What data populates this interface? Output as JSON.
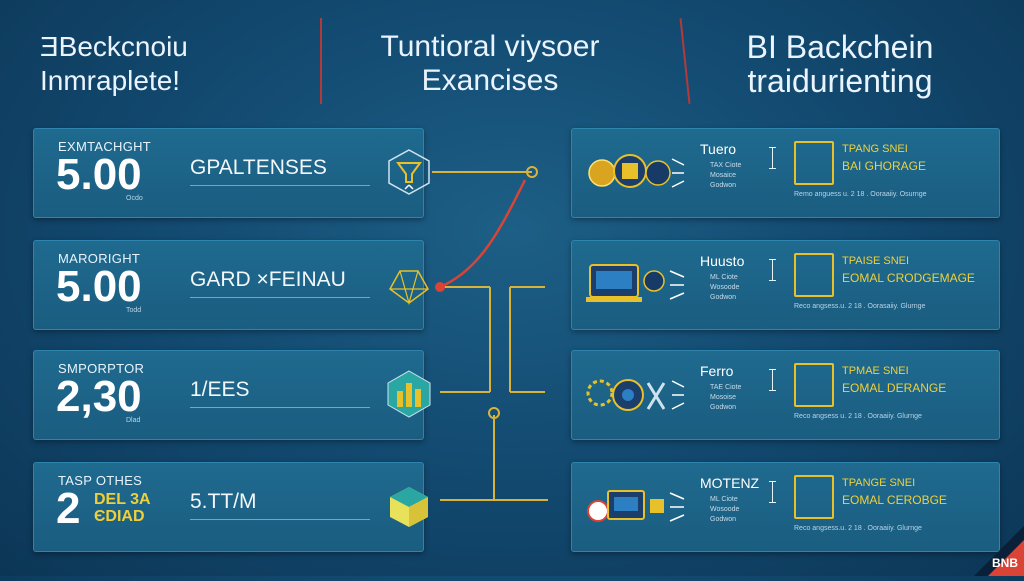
{
  "header": {
    "left_line1": "ƎBeckcnoiu",
    "left_line2": "Inmraplete!",
    "mid_line1": "Tuntioral viysoer",
    "mid_line2": "Exancises",
    "right_line1": "BI Backchein",
    "right_line2": "traidurienting"
  },
  "left_cards": [
    {
      "label": "EXMTACHGHT",
      "value": "5.00",
      "sub": "Ocdo",
      "text": "GPALTENSES",
      "icon": "funnel-hexagon-icon"
    },
    {
      "label": "MARORIGHT",
      "value": "5.00",
      "sub": "Todd",
      "text": "GARD ×FEINAU",
      "icon": "network-icon"
    },
    {
      "label": "SMPORPTOR",
      "value": "2,30",
      "sub": "Dlad",
      "text": "1/EES",
      "icon": "city-hexagon-icon"
    },
    {
      "label": "TASP OTHES",
      "value": "2",
      "value_overlay": "DEL 3A",
      "value_overlay2": "ЄDIAD",
      "sub": "",
      "text": "5.TT/M",
      "icon": "cube-icon"
    }
  ],
  "right_cards": [
    {
      "title": "Tuero",
      "sub": [
        "TAX Ciote",
        "Mosaice",
        "Godwon"
      ],
      "head1": "TPANG SNEI",
      "head2": "BAI GHORAGE",
      "foot": "Remo anguess u. 2 18 . Ooraaiiy. Osurnge",
      "art": "coins-circuit-icon"
    },
    {
      "title": "Huusto",
      "sub": [
        "ML Ciote",
        "Wosoode",
        "Godwon"
      ],
      "head1": "TPAISE SNEI",
      "head2": "EOMAL CRODGEMAGE",
      "foot": "Reco angsess.u. 2 18 . Oorasaiiy. Glurnge",
      "art": "laptop-card-icon"
    },
    {
      "title": "Ferro",
      "sub": [
        "TAE Ciote",
        "Mosoise",
        "Godwon"
      ],
      "head1": "TPMAE SNEI",
      "head2": "EOMAL DERANGE",
      "foot": "Reco angsess u. 2 18 . Ooraaiiy. Glurnge",
      "art": "gears-tools-icon"
    },
    {
      "title": "MOTENZ",
      "sub": [
        "ML Ciote",
        "Wosoode",
        "Godwon"
      ],
      "head1": "TPANGE SNEI",
      "head2": "EOMAL CEROBGE",
      "foot": "Reco angsess.u. 2 18 . Ooraaiiy. Glurnge",
      "art": "computer-chip-icon"
    }
  ],
  "logo": {
    "text": "BNB",
    "icon": "brand-logo-icon"
  },
  "colors": {
    "accent_gold": "#e8c02a",
    "accent_red": "#d94436",
    "card": "#1d6488",
    "bg": "#134b72"
  }
}
